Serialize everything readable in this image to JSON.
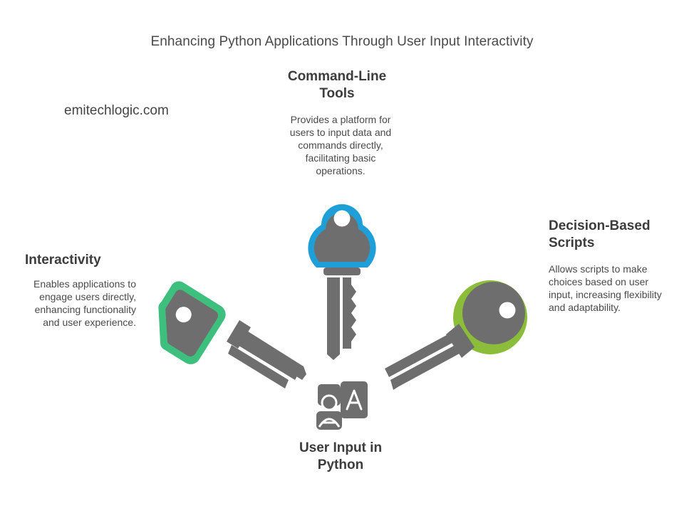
{
  "title": "Enhancing Python Applications Through User Input Interactivity",
  "watermark": "emitechlogic.com",
  "center": {
    "label": "User Input in Python",
    "icon": "user-input-icon"
  },
  "branches": [
    {
      "id": "command-line-tools",
      "heading": "Command-Line Tools",
      "description": "Provides a platform for users to input data and commands directly, facilitating basic operations.",
      "color": "#1f9fd8",
      "icon": "cloud-key-icon"
    },
    {
      "id": "interactivity",
      "heading": "Interactivity",
      "description": "Enables applications to engage users directly, enhancing functionality and user experience.",
      "color": "#3dbf7d",
      "icon": "pentagon-key-icon"
    },
    {
      "id": "decision-based-scripts",
      "heading": "Decision-Based Scripts",
      "description": "Allows scripts to make choices based on user input, increasing flexibility and adaptability.",
      "color": "#8cbd3a",
      "icon": "round-key-icon"
    }
  ]
}
